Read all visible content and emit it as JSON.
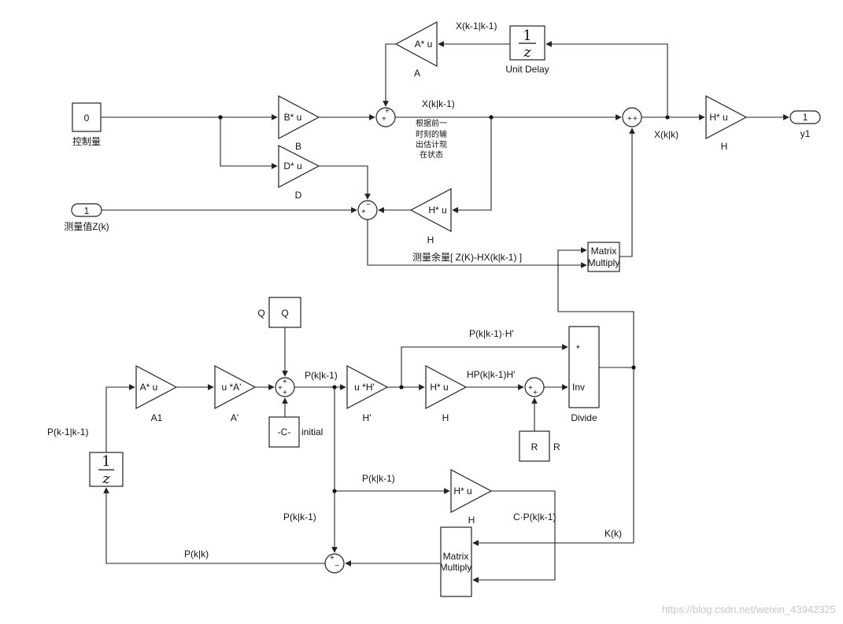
{
  "blocks": {
    "control_const": "0",
    "control_label": "控制量",
    "meas_inport": "1",
    "meas_label": "测量值Z(k)",
    "out_port": "1",
    "out_label": "y1",
    "gain_A": "A* u",
    "gain_A_name": "A",
    "gain_B": "B* u",
    "gain_B_name": "B",
    "gain_D": "D* u",
    "gain_D_name": "D",
    "gain_H_top": "H* u",
    "gain_H_top_name": "H",
    "gain_H_fb": "H* u",
    "gain_H_fb_name": "H",
    "unit_delay_top_num": "1",
    "unit_delay_top_den": "z",
    "unit_delay_top_name": "Unit Delay",
    "matrix_multiply_top": [
      "Matrix",
      "Multiply"
    ],
    "Q_block": "Q",
    "Q_name": "Q",
    "gain_A1": "A* u",
    "gain_A1_name": "A1",
    "gain_Aprime": "u *A'",
    "gain_Aprime_name": "A'",
    "const_initial": "-C-",
    "const_initial_name": "initial",
    "gain_Hprime": "u *H'",
    "gain_Hprime_name": "H'",
    "gain_H_mid": "H* u",
    "gain_H_mid_name": "H",
    "divide_mult": "*",
    "divide_inv": "Inv",
    "divide_name": "Divide",
    "R_block": "R",
    "R_name": "R",
    "unit_delay_bot_num": "1",
    "unit_delay_bot_den": "z",
    "gain_H_low": "H* u",
    "gain_H_low_name": "H",
    "matrix_multiply_bot": [
      "Matrix",
      "Multiply"
    ]
  },
  "signals": {
    "x_prev": "X(k-1|k-1)",
    "x_pred": "X(k|k-1)",
    "x_pred_note": [
      "根据前一",
      "时刻的输",
      "出估计现",
      "在状态"
    ],
    "x_est": "X(k|k)",
    "residual": "测量余量[ Z(K)-HX(k|k-1) ]",
    "p_pred_a": "P(k|k-1)",
    "p_pred_ht": "P(k|k-1)·H'",
    "hph": "HP(k|k-1)H'",
    "p_prev": "P(k-1|k-1)",
    "p_pred_b": "P(k|k-1)",
    "p_pred_c": "P(k|k-1)",
    "cp": "C·P(k|k-1)",
    "kk": "K(k)",
    "pkk": "P(k|k)"
  },
  "signs": {
    "sum1": [
      "+",
      "+"
    ],
    "sum2": [
      "+",
      "+"
    ],
    "sum3": [
      "+",
      "−"
    ],
    "sum4": [
      "+",
      "+",
      "+"
    ],
    "sum5": [
      "+",
      "+"
    ],
    "sum6": [
      "+",
      "−"
    ]
  },
  "watermark": "https://blog.csdn.net/weixin_43942325"
}
